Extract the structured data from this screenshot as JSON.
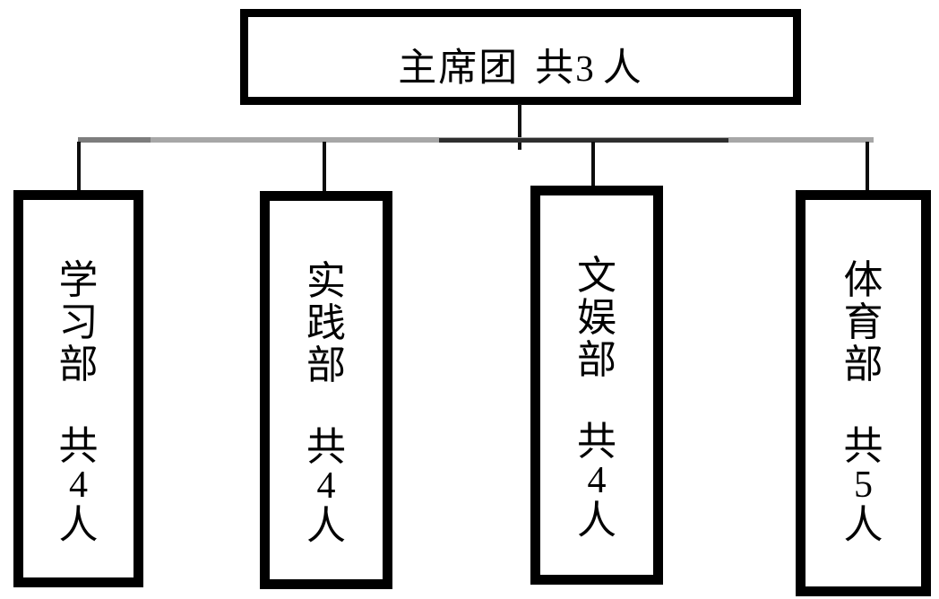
{
  "diagram_type": "org-chart",
  "root_box": {
    "name": "主席团",
    "total_label": "共",
    "count": "3",
    "unit_label": "人"
  },
  "departments": [
    {
      "name": "学习部",
      "name_chars": [
        "学",
        "习",
        "部"
      ],
      "total_label": "共",
      "count": "4",
      "unit_label": "人"
    },
    {
      "name": "实践部",
      "name_chars": [
        "实",
        "践",
        "部"
      ],
      "total_label": "共",
      "count": "4",
      "unit_label": "人"
    },
    {
      "name": "文娱部",
      "name_chars": [
        "文",
        "娱",
        "部"
      ],
      "total_label": "共",
      "count": "4",
      "unit_label": "人"
    },
    {
      "name": "体育部",
      "name_chars": [
        "体",
        "育",
        "部"
      ],
      "total_label": "共",
      "count": "5",
      "unit_label": "人"
    }
  ],
  "colors": {
    "box_border": "#000000",
    "text": "#000000",
    "connector_gray": "#a7a7a7",
    "connector_gray_dark": "#7d7d7d",
    "connector_dark": "#2e2e2e",
    "connector_black": "#0d0d0d",
    "background": "#ffffff"
  }
}
